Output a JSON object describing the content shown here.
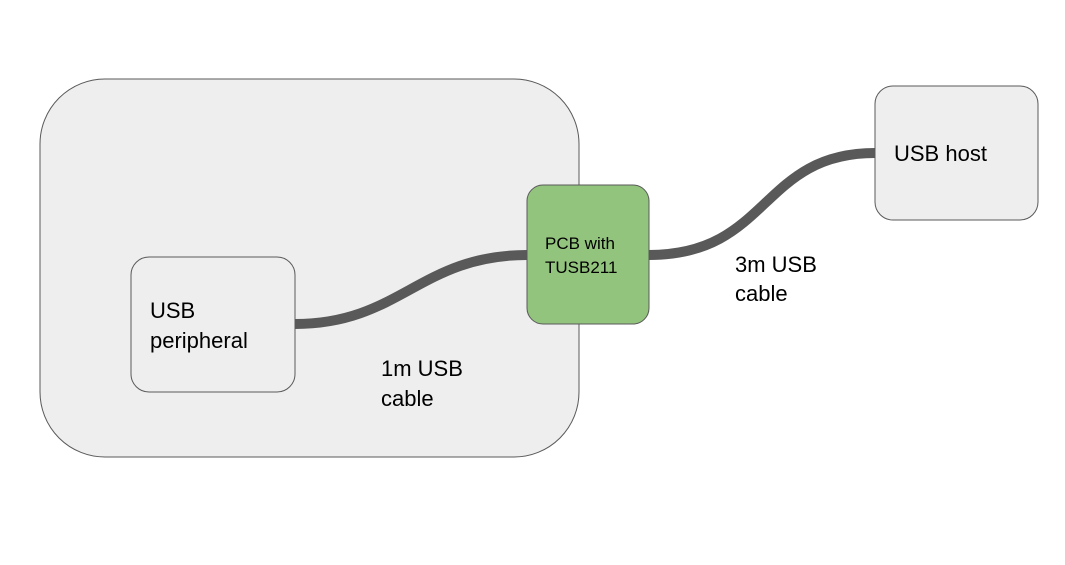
{
  "colors": {
    "enclosure_fill": "#eeeeee",
    "box_fill": "#eeeeee",
    "box_stroke": "#595959",
    "pcb_fill": "#93c47d",
    "cable": "#595959",
    "background": "#ffffff"
  },
  "nodes": {
    "peripheral": {
      "line1": "USB",
      "line2": "peripheral"
    },
    "pcb": {
      "line1": "PCB with",
      "line2": "TUSB211"
    },
    "host": {
      "label": "USB host"
    }
  },
  "cables": {
    "short": {
      "line1": "1m USB",
      "line2": "cable"
    },
    "long": {
      "line1": "3m USB",
      "line2": "cable"
    }
  }
}
